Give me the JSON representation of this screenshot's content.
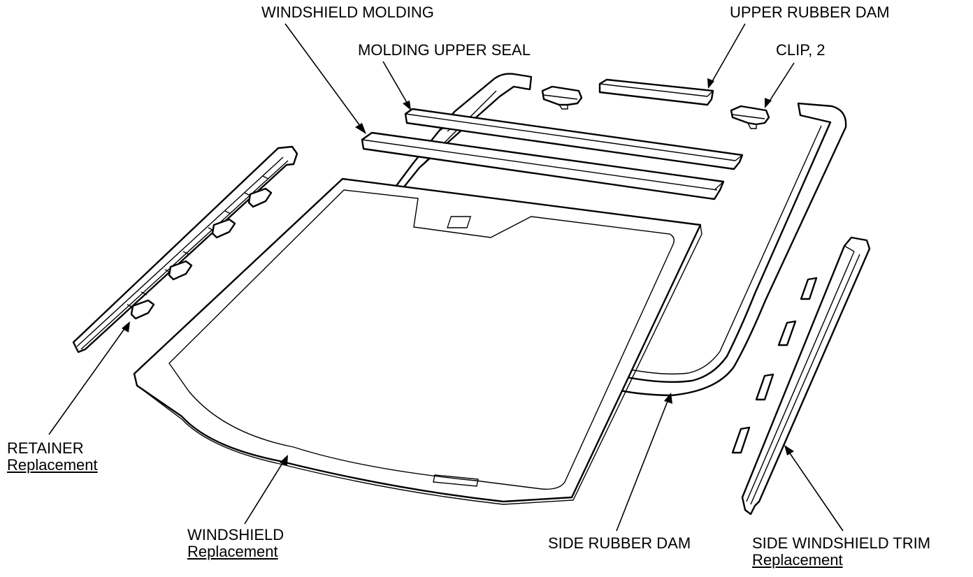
{
  "labels": {
    "windshield_molding": "WINDSHIELD MOLDING",
    "molding_upper_seal": "MOLDING UPPER SEAL",
    "upper_rubber_dam": "UPPER RUBBER DAM",
    "clip": "CLIP, 2",
    "retainer": "RETAINER",
    "retainer_sub": "Replacement",
    "windshield": "WINDSHIELD",
    "windshield_sub": "Replacement",
    "side_rubber_dam": "SIDE RUBBER DAM",
    "side_windshield_trim": "SIDE WINDSHIELD TRIM",
    "side_windshield_trim_sub": "Replacement"
  }
}
